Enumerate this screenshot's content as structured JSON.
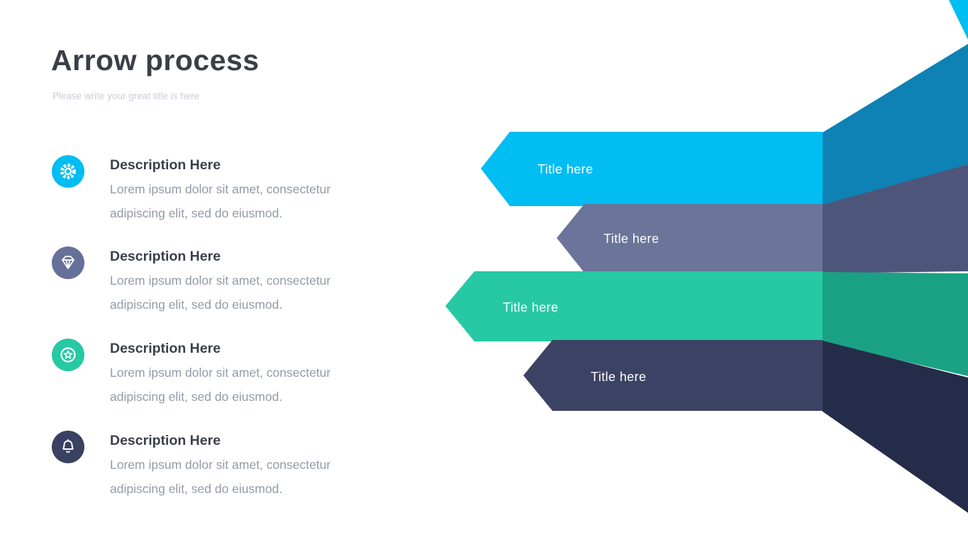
{
  "slide": {
    "title": "Arrow process",
    "subtitle": "Please write your great title is here"
  },
  "items": [
    {
      "icon": "gear-icon",
      "color": "#00bdf2",
      "title": "Description Here",
      "body": "Lorem ipsum dolor sit amet, consectetur adipiscing elit, sed do eiusmod."
    },
    {
      "icon": "diamond-icon",
      "color": "#667099",
      "title": "Description Here",
      "body": "Lorem ipsum dolor sit amet, consectetur adipiscing elit, sed do eiusmod."
    },
    {
      "icon": "star-icon",
      "color": "#26c9a4",
      "title": "Description Here",
      "body": "Lorem ipsum dolor sit amet, consectetur adipiscing elit, sed do eiusmod."
    },
    {
      "icon": "bell-icon",
      "color": "#3a4161",
      "title": "Description Here",
      "body": "Lorem ipsum dolor sit amet, consectetur adipiscing elit, sed do eiusmod."
    }
  ],
  "arrows": [
    {
      "label": "Title here",
      "color": "#00bdf2",
      "shade": "#0e82b4"
    },
    {
      "label": "Title here",
      "color": "#6b7499",
      "shade": "#4d567a"
    },
    {
      "label": "Title here",
      "color": "#26c9a4",
      "shade": "#1aa183"
    },
    {
      "label": "Title here",
      "color": "#3c4263",
      "shade": "#252c49"
    }
  ]
}
